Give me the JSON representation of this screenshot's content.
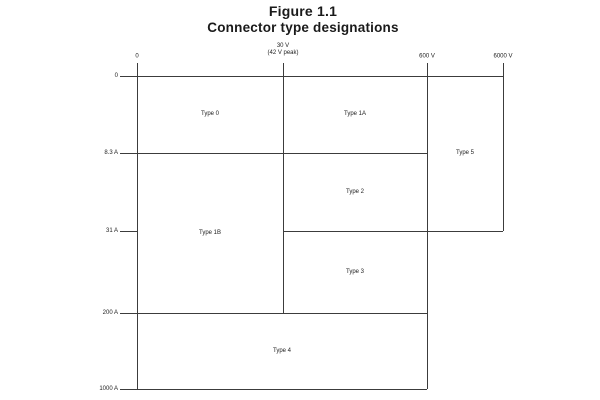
{
  "figure": {
    "title": "Figure 1.1",
    "subtitle": "Connector type designations"
  },
  "axes": {
    "x_axis": {
      "quantity": "voltage",
      "ticks": [
        {
          "label": "0"
        },
        {
          "label": "30 V",
          "sublabel": "(42 V peak)"
        },
        {
          "label": "600 V"
        },
        {
          "label": "6000 V"
        }
      ]
    },
    "y_axis": {
      "quantity": "current",
      "ticks": [
        {
          "label": "0"
        },
        {
          "label": "8.3 A"
        },
        {
          "label": "31 A"
        },
        {
          "label": "200 A"
        },
        {
          "label": "1000 A"
        }
      ]
    }
  },
  "regions": [
    {
      "label": "Type 0",
      "voltage": "0–30 V",
      "current": "0–8.3 A"
    },
    {
      "label": "Type 1A",
      "voltage": "30–600 V",
      "current": "0–8.3 A"
    },
    {
      "label": "Type 1B",
      "voltage": "0–30 V",
      "current": "8.3–200 A"
    },
    {
      "label": "Type 2",
      "voltage": "30–600 V",
      "current": "8.3–31 A"
    },
    {
      "label": "Type 3",
      "voltage": "30–600 V",
      "current": "31–200 A"
    },
    {
      "label": "Type 4",
      "voltage": "0–600 V",
      "current": "200–1000 A"
    },
    {
      "label": "Type 5",
      "voltage": "600–6000 V",
      "current": "0–31 A"
    }
  ],
  "colors": {
    "line": "#3c3c3c",
    "text": "#222222",
    "title": "#1a1a1a",
    "background": "#ffffff"
  }
}
